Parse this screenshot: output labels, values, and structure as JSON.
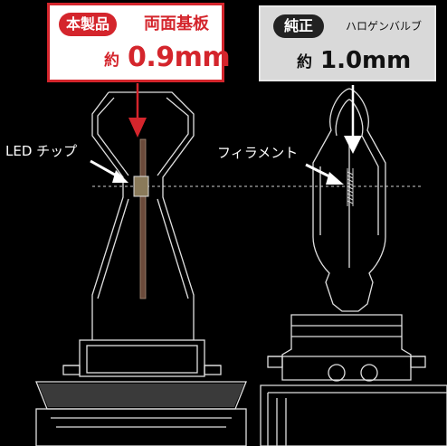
{
  "product": {
    "badge": "本製品",
    "caption": "両面基板",
    "prefix": "約",
    "value": "0.9mm"
  },
  "genuine": {
    "badge": "純正",
    "caption": "ハロゲンバルブ",
    "prefix": "約",
    "value": "1.0mm"
  },
  "labels": {
    "led_chip": "LED チップ",
    "filament": "フィラメント"
  },
  "colors": {
    "accent_red": "#d4252c",
    "background": "#000000",
    "genuine_box": "#d9d9d9"
  }
}
